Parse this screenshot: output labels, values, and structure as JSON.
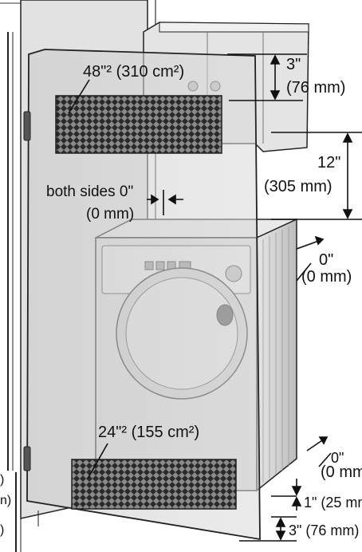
{
  "labels": {
    "top_vent_area": "48\"² (310 cm²)",
    "top_gap_in": "3\"",
    "top_gap_mm": "(76 mm)",
    "cabinet_gap_in": "12\"",
    "cabinet_gap_mm": "(305 mm)",
    "side_gap_in": "both sides 0\"",
    "side_gap_mm": "(0 mm)",
    "rear_gap_in": "0\"",
    "rear_gap_mm": "(0 mm)",
    "bottom_vent_area": "24\"² (155 cm²)",
    "front_gap_in": "0\"",
    "front_gap_mm": "(0 mm",
    "floor_gap_1": "1\" (25 mm",
    "floor_gap_3": "3\" (76 mm)",
    "left_edge_a": ")",
    "left_edge_b": "n)",
    "left_edge_c": ")"
  }
}
